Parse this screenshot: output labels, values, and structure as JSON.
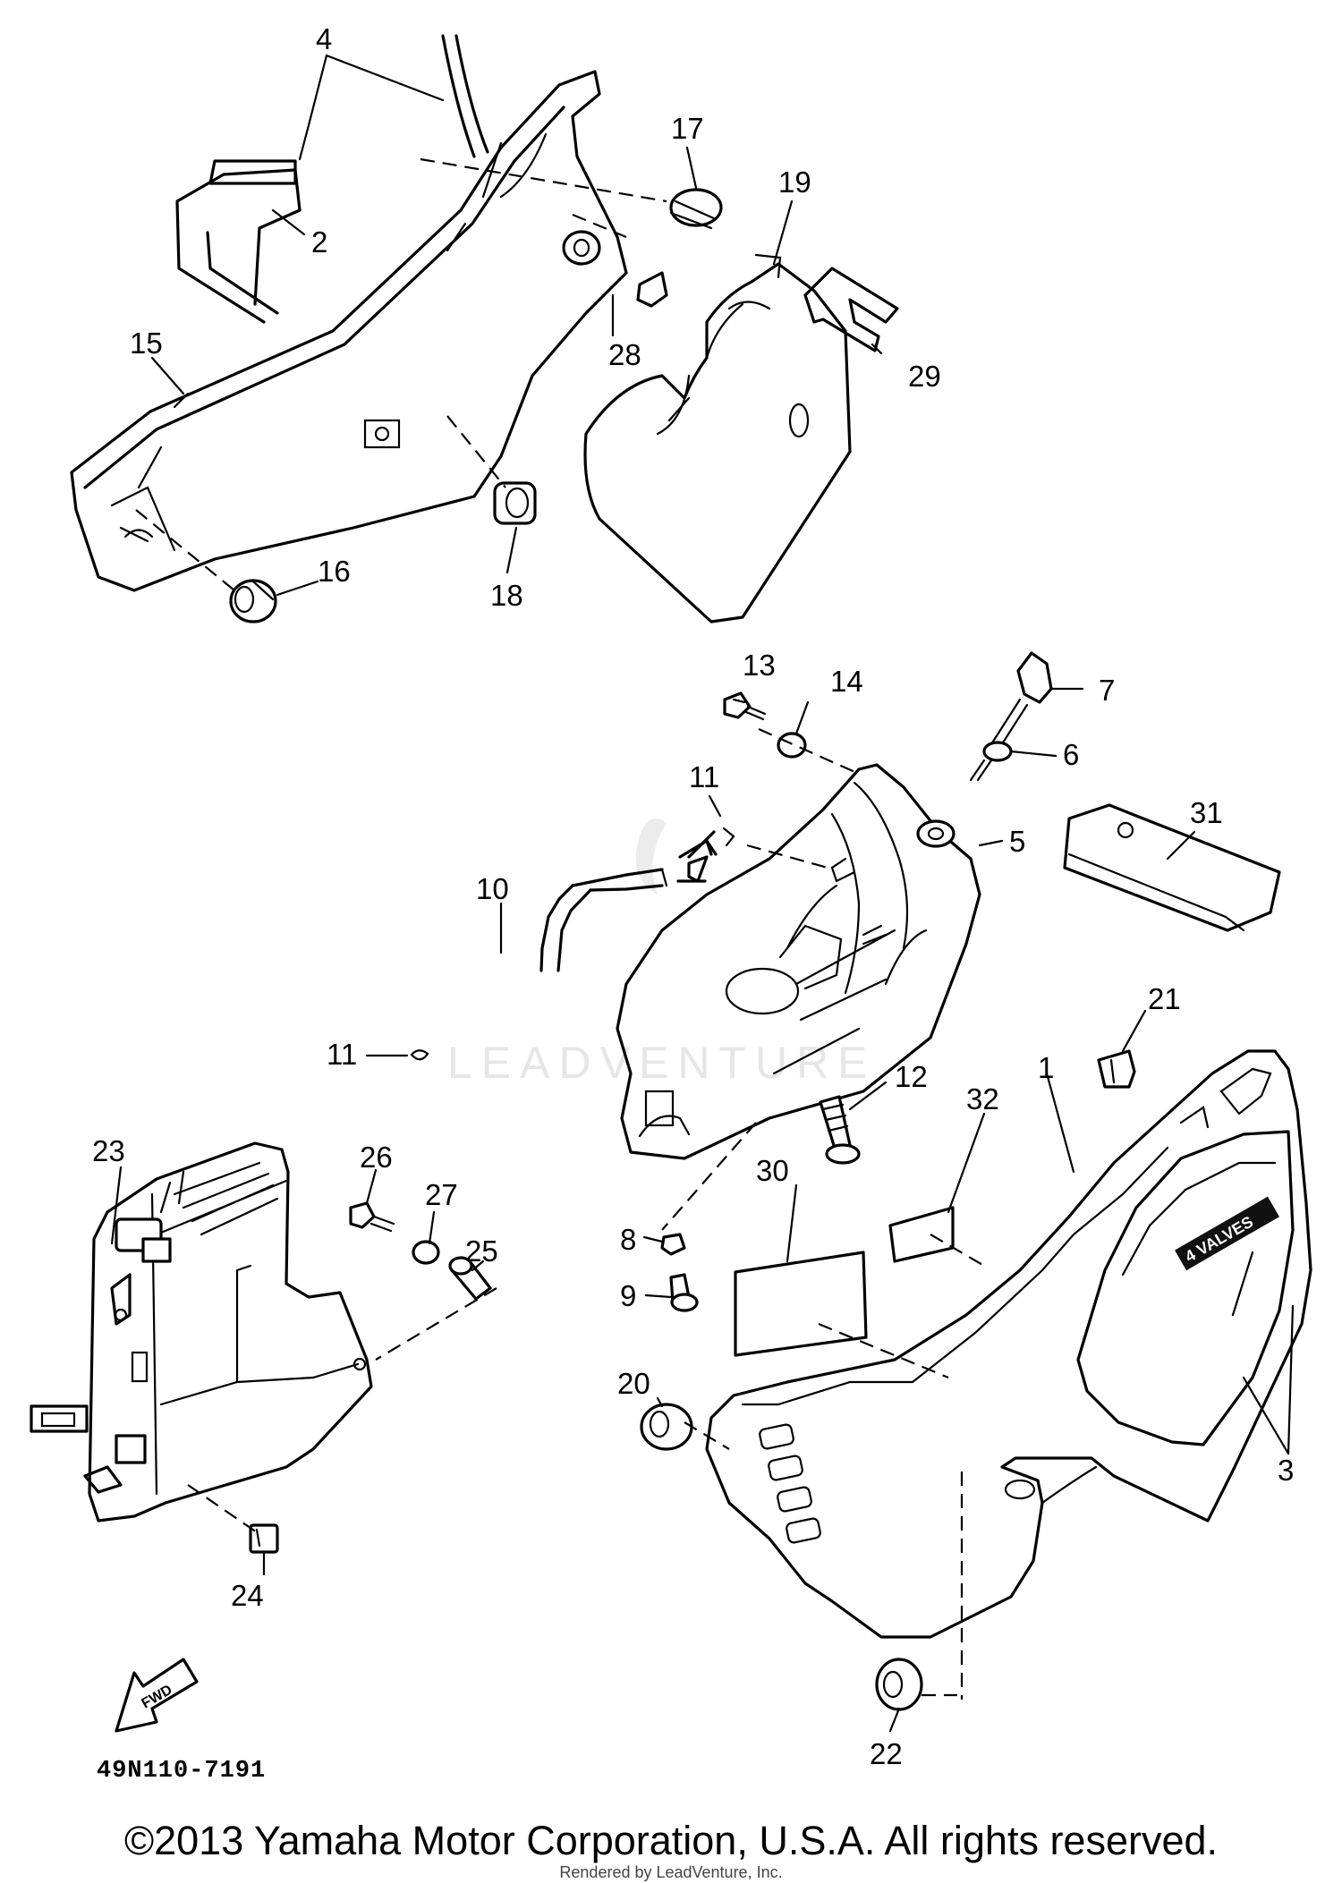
{
  "callouts": [
    "4",
    "2",
    "15",
    "16",
    "18",
    "17",
    "19",
    "28",
    "29",
    "13",
    "14",
    "7",
    "6",
    "11",
    "5",
    "31",
    "10",
    "11",
    "12",
    "21",
    "32",
    "1",
    "23",
    "26",
    "27",
    "25",
    "30",
    "8",
    "9",
    "20",
    "3",
    "24",
    "22"
  ],
  "badge": {
    "fwd": "FWD",
    "side_cover_emblem": "4 VALVES"
  },
  "watermark": "LEADVENTURE",
  "diagram_code": "49N110-7191",
  "copyright": "©2013 Yamaha Motor Corporation, U.S.A. All rights reserved.",
  "rendered_by": "Rendered by LeadVenture, Inc."
}
